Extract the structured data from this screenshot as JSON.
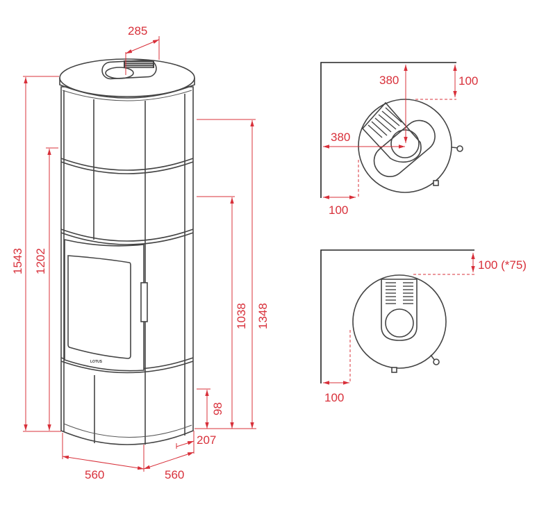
{
  "logo_text": "LOTUS",
  "front_view": {
    "dimensions": {
      "total_height": "1543",
      "height_1202": "1202",
      "height_1348": "1348",
      "height_1038": "1038",
      "height_98": "98",
      "depth_207": "207",
      "width_left": "560",
      "width_right": "560",
      "flue_offset": "285"
    }
  },
  "plan_corner": {
    "flue_from_back_wall": "380",
    "flue_from_side_wall": "380",
    "clearance_back": "100",
    "clearance_side": "100"
  },
  "plan_flat": {
    "clearance_back": "100 (*75)",
    "clearance_side": "100"
  },
  "colors": {
    "dimension": "#d8303a",
    "outline": "#444444"
  }
}
